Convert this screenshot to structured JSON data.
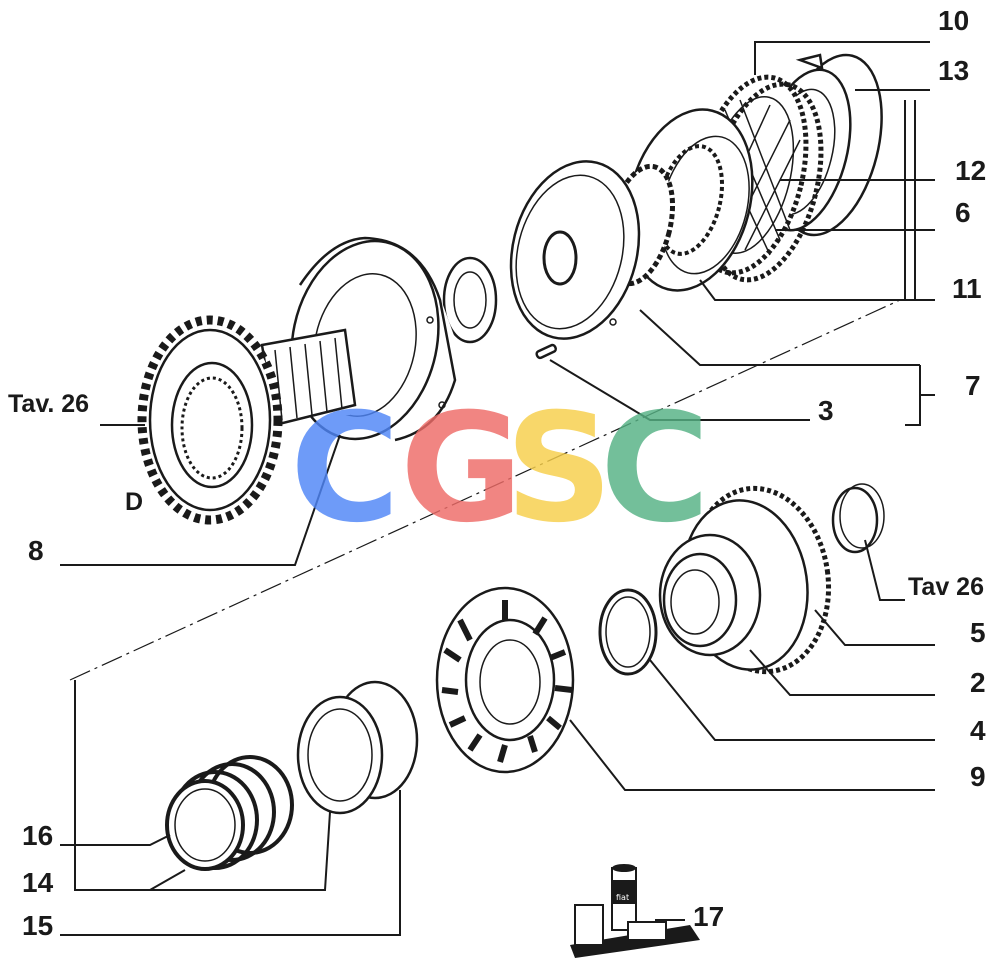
{
  "labels": {
    "l10": "10",
    "l13": "13",
    "l12": "12",
    "l6": "6",
    "l11": "11",
    "l7": "7",
    "l3": "3",
    "tav26_left": "Tav. 26",
    "d": "D",
    "l8": "8",
    "tav26_right": "Tav  26",
    "l5": "5",
    "l2": "2",
    "l4": "4",
    "l9": "9",
    "l16": "16",
    "l14": "14",
    "l15": "15",
    "l17": "17"
  },
  "watermark": {
    "letters": [
      "C",
      "G",
      "S",
      "C"
    ],
    "colors": [
      "#4f86f7",
      "#ee6b67",
      "#f7cf4a",
      "#55b184"
    ]
  },
  "can_stamp": "fiat"
}
